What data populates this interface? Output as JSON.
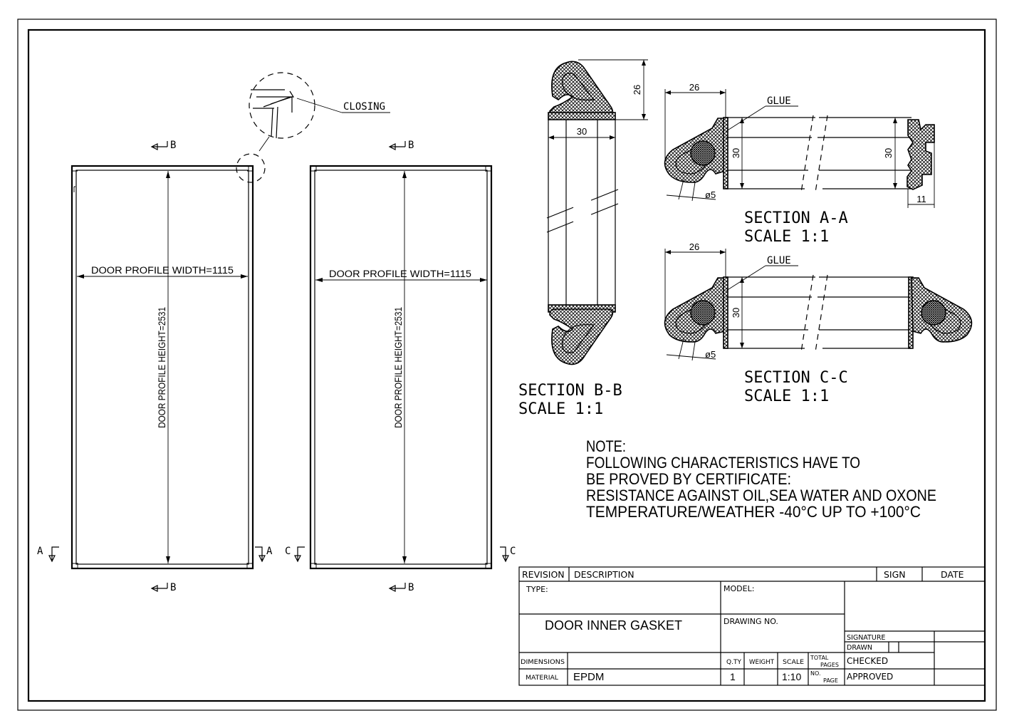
{
  "views": {
    "left_door": {
      "width_label": "DOOR PROFILE WIDTH=1115",
      "height_label": "DOOR PROFILE HEIGHT=2531"
    },
    "right_door": {
      "width_label": "DOOR PROFILE WIDTH=1115",
      "height_label": "DOOR PROFILE HEIGHT=2531"
    },
    "detail_callout": "CLOSING",
    "cut_markers": {
      "b": "B",
      "a": "A",
      "c": "C"
    }
  },
  "section_bb": {
    "title": "SECTION B-B",
    "scale": "SCALE 1:1",
    "dim_width": "30",
    "dim_height": "26"
  },
  "section_aa": {
    "title": "SECTION A-A",
    "scale": "SCALE 1:1",
    "glue": "GLUE",
    "dim_top": "26",
    "dim_height_left": "30",
    "dim_height_right": "30",
    "dim_dia": "ø5",
    "dim_right_width": "11"
  },
  "section_cc": {
    "title": "SECTION C-C",
    "scale": "SCALE 1:1",
    "glue": "GLUE",
    "dim_top": "26",
    "dim_height": "30",
    "dim_dia": "ø5"
  },
  "note": {
    "lines": [
      "NOTE:",
      "FOLLOWING CHARACTERISTICS HAVE TO",
      "BE PROVED BY CERTIFICATE:",
      "RESISTANCE AGAINST OIL,SEA WATER AND OXONE",
      "TEMPERATURE/WEATHER -40°C UP TO +100°C"
    ]
  },
  "title_block": {
    "revision": "REVISION",
    "description": "DESCRIPTION",
    "sign": "SIGN",
    "date": "DATE",
    "type_label": "TYPE:",
    "type_value": "DOOR INNER GASKET",
    "model_label": "MODEL:",
    "drawing_no_label": "DRAWING NO.",
    "signature": "SIGNATURE",
    "drawn": "DRAWN",
    "checked": "CHECKED",
    "approved": "APPROVED",
    "dimensions": "DIMENSIONS",
    "material_label": "MATERIAL",
    "material_value": "EPDM",
    "qty_label": "Q.TY",
    "qty_value": "1",
    "weight_label": "WEIGHT",
    "scale_label": "SCALE",
    "scale_value": "1:10",
    "total_label": "TOTAL",
    "pages_label": "PAGES",
    "no_label": "NO.",
    "page_label": "PAGE"
  }
}
